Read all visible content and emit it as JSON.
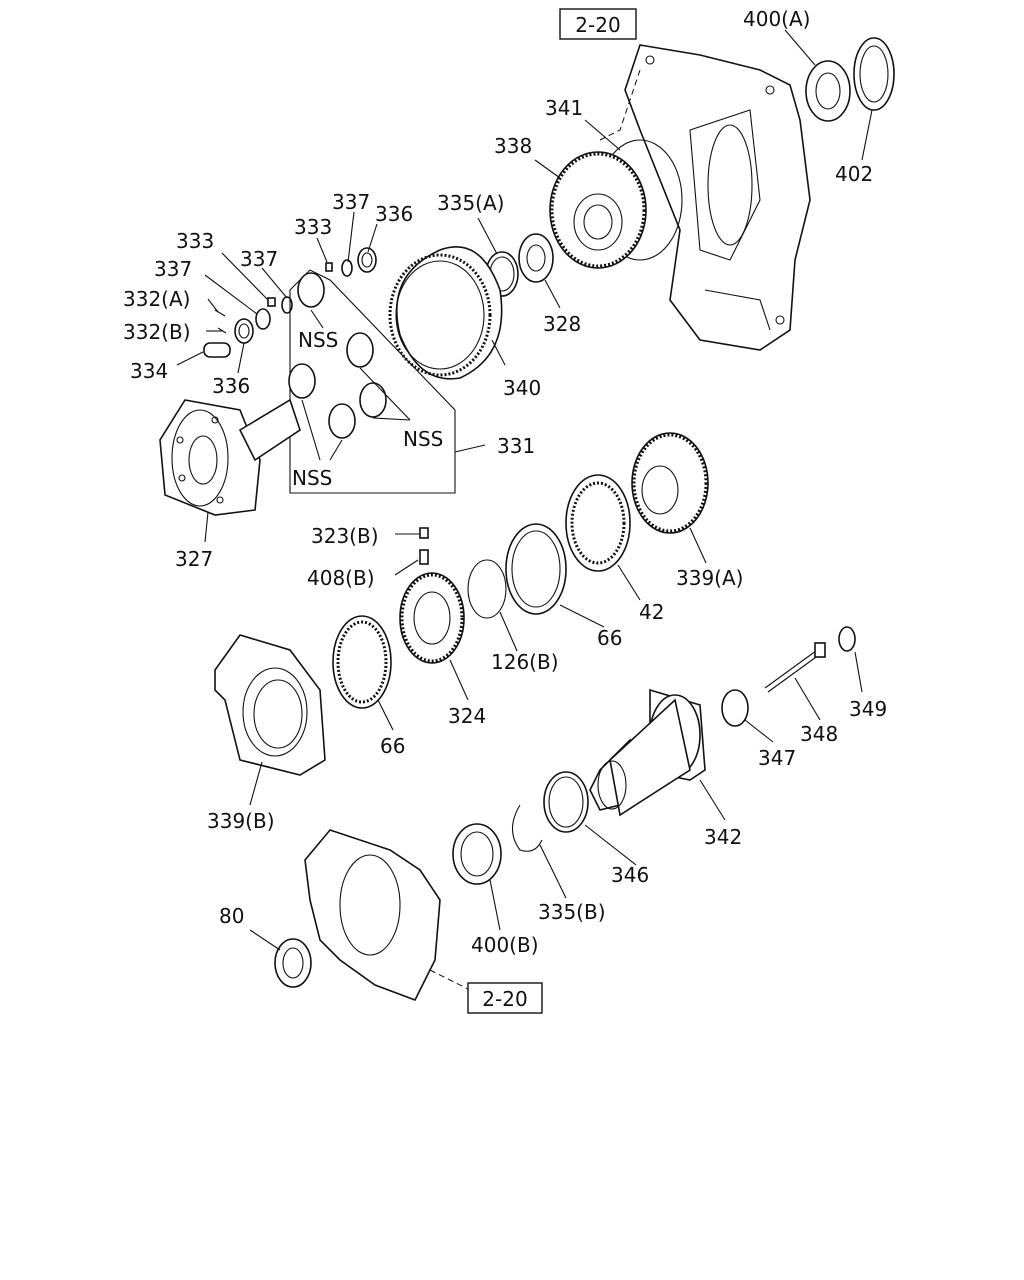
{
  "diagram": {
    "callouts": {
      "ref_top": "2-20",
      "ref_bottom": "2-20",
      "p400a": "400(A)",
      "p402": "402",
      "p341": "341",
      "p338": "338",
      "p335a": "335(A)",
      "p328": "328",
      "p337a": "337",
      "p336a": "336",
      "p333a": "333",
      "p333b": "333",
      "p337b": "337",
      "p337c": "337",
      "p332a": "332(A)",
      "p332b": "332(B)",
      "p334": "334",
      "p336b": "336",
      "nss1": "NSS",
      "nss2": "NSS",
      "nss3": "NSS",
      "p340": "340",
      "p331": "331",
      "p327": "327",
      "p323b": "323(B)",
      "p408b": "408(B)",
      "p339a": "339(A)",
      "p42": "42",
      "p66a": "66",
      "p126b": "126(B)",
      "p324": "324",
      "p66b": "66",
      "p339b": "339(B)",
      "p349": "349",
      "p348": "348",
      "p347": "347",
      "p342": "342",
      "p346": "346",
      "p335b": "335(B)",
      "p400b": "400(B)",
      "p80": "80"
    }
  }
}
